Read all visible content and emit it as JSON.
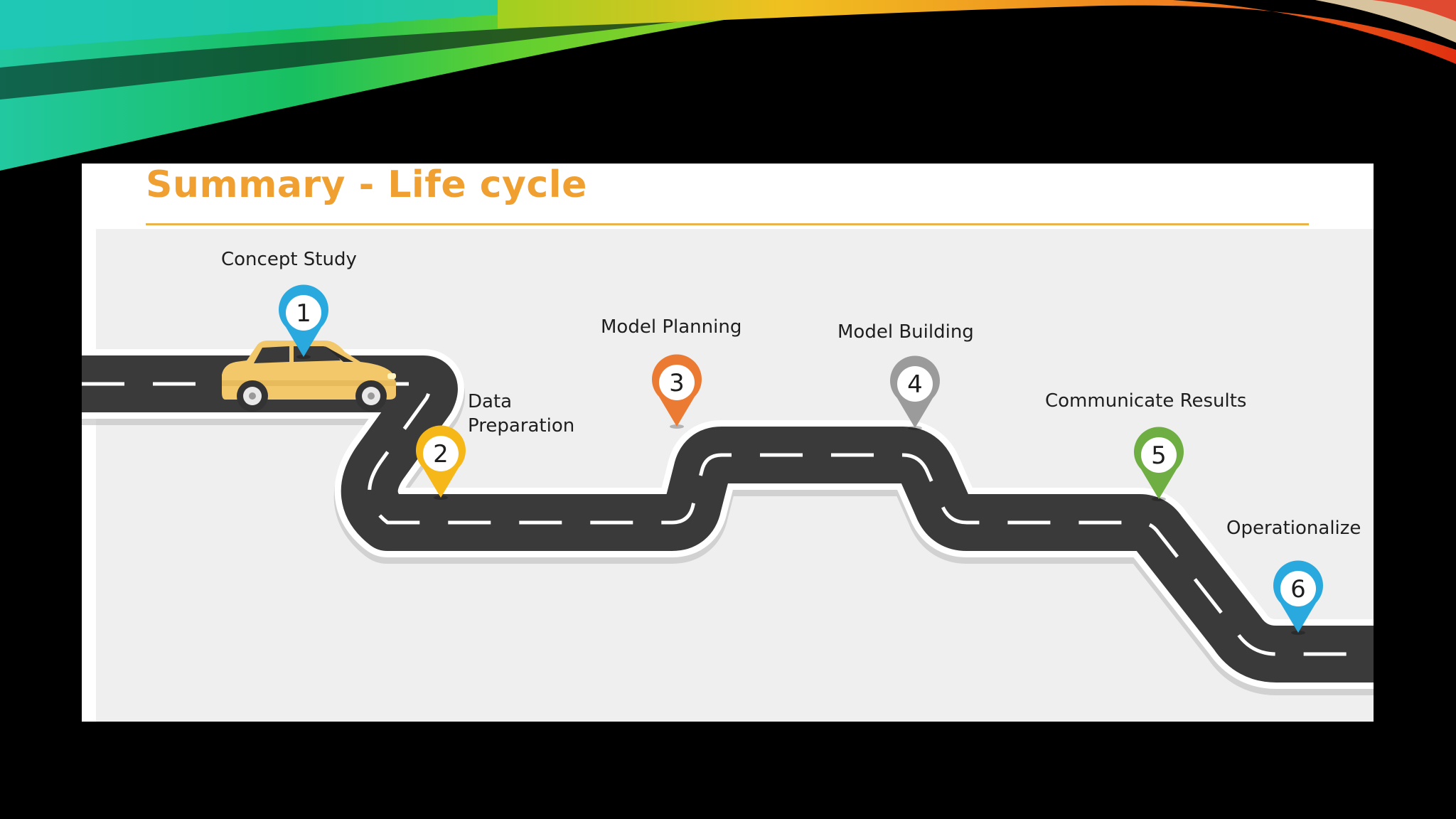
{
  "slide": {
    "title": "Summary - Life cycle"
  },
  "steps": [
    {
      "number": "1",
      "label": "Concept Study",
      "color": "#2aa9df"
    },
    {
      "number": "2",
      "label_lines": [
        "Data",
        "Preparation"
      ],
      "color": "#f5b818"
    },
    {
      "number": "3",
      "label": "Model Planning",
      "color": "#eb7a33"
    },
    {
      "number": "4",
      "label": "Model Building",
      "color": "#9b9b9b"
    },
    {
      "number": "5",
      "label": "Communicate Results",
      "color": "#6fae43"
    },
    {
      "number": "6",
      "label": "Operationalize",
      "color": "#2aa9df"
    }
  ],
  "colors": {
    "title": "#f0a030",
    "road": "#3a3a3a",
    "road_edge": "#ffffff",
    "car": "#f2c86b",
    "background": "#000000"
  }
}
